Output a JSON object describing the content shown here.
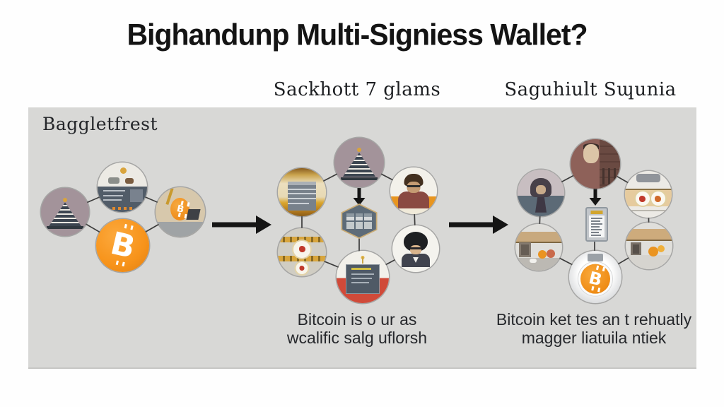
{
  "title": "Bighandunp Multi-Signiess Wallet?",
  "headers": {
    "middle": "Sackhott 7 glams",
    "right": "Saguhiult Sɰunia"
  },
  "panel_label": "Baggletfrest",
  "captions": {
    "middle_line1": "Bitcoin is o ur as",
    "middle_line2": "wcalific salg uflorsh",
    "right_line1": "Bitcoin ket tes an t rehuatly",
    "right_line2": "magger liatuila ntiek"
  },
  "icons": {
    "bitcoin_glyph": "B",
    "cluster_left": [
      "stacked-pyramid-icon",
      "dashboard-screen-icon",
      "bitcoin-balloon-desk-icon",
      "bitcoin-coin-icon"
    ],
    "cluster_middle": [
      "stacked-pyramid-icon",
      "clipboard-document-icon",
      "signer-man-icon",
      "wax-seals-icon",
      "signer-darkhair-icon",
      "red-document-icon",
      "multisig-hexagon-icon"
    ],
    "cluster_right": [
      "portrait-figure-icon",
      "hooded-figure-icon",
      "coin-seals-icon",
      "desk-coins-icon",
      "desk-coins-icon",
      "hardware-wallet-icon",
      "bitcoin-vault-icon"
    ]
  },
  "colors": {
    "page_bg": "#fefefe",
    "panel_bg": "#d8d8d6",
    "bitcoin_orange": "#f7931a",
    "arrow_black": "#151515",
    "wire_gray": "#3b3b3b",
    "mauve": "#a3939a",
    "slate": "#515c68",
    "accent_gold": "#c9ab74",
    "accent_red": "#c0392b",
    "accent_red2": "#d04a39"
  }
}
